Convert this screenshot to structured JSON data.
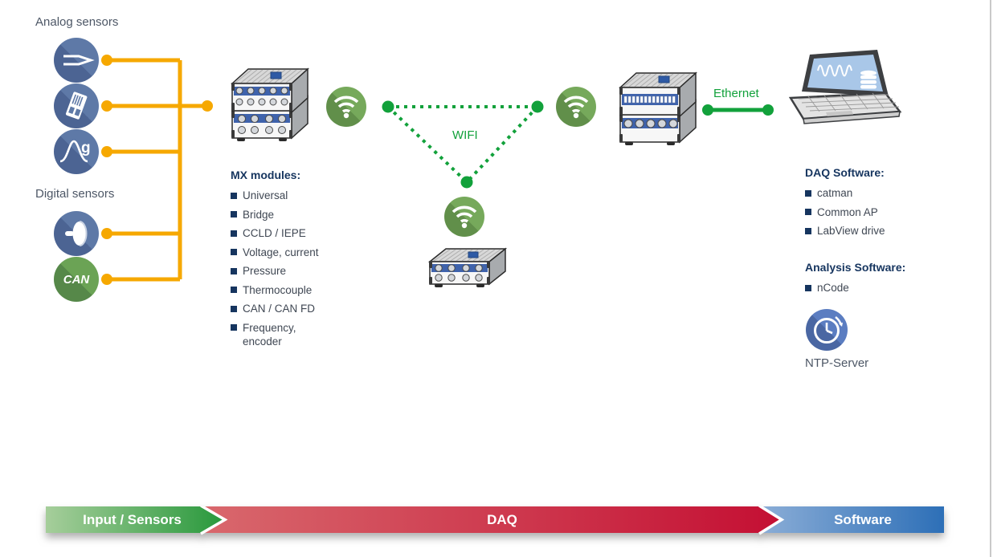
{
  "colors": {
    "accent_orange": "#F6A800",
    "network_green": "#12A13B",
    "heading_navy": "#16355F",
    "body_text": "#3F4753",
    "sensor_blue": "#5E79A7",
    "can_green": "#6BA355",
    "wifi_green": "#76A95B",
    "clock_blue": "#5B7DC1",
    "bar_green": "#27983B",
    "bar_red": "#C40F33",
    "bar_blue": "#2D6FB7"
  },
  "sensors": {
    "analog_label": "Analog sensors",
    "digital_label": "Digital sensors",
    "can_text": "CAN",
    "acceleration_text": "g"
  },
  "network": {
    "wifi_label": "WIFI",
    "ethernet_label": "Ethernet"
  },
  "mx_modules": {
    "title": "MX modules:",
    "items": [
      "Universal",
      "Bridge",
      "CCLD / IEPE",
      "Voltage, current",
      "Pressure",
      "Thermocouple",
      "CAN / CAN FD",
      "Frequency, encoder"
    ]
  },
  "daq_software": {
    "title": "DAQ Software:",
    "items": [
      "catman",
      "Common AP",
      "LabView drive"
    ]
  },
  "analysis_software": {
    "title": "Analysis Software:",
    "items": [
      "nCode"
    ]
  },
  "ntp": {
    "label": "NTP-Server"
  },
  "flow_bar": {
    "segments": [
      {
        "label": "Input / Sensors"
      },
      {
        "label": "DAQ"
      },
      {
        "label": "Software"
      }
    ]
  }
}
